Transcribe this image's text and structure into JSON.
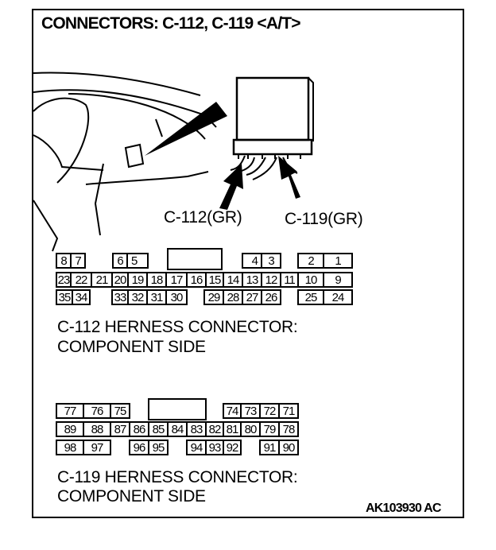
{
  "title": "CONNECTORS: C-112, C-119 <A/T>",
  "callouts": {
    "c112": "C-112(GR)",
    "c119": "C-119(GR)"
  },
  "connector_c112": {
    "caption_line1": "C-112 HERNESS CONNECTOR:",
    "caption_line2": "COMPONENT SIDE",
    "row1": [
      "8",
      "7",
      "6",
      "5",
      "4",
      "3",
      "2",
      "1"
    ],
    "row2": [
      "23",
      "22",
      "21",
      "20",
      "19",
      "18",
      "17",
      "16",
      "15",
      "14",
      "13",
      "12",
      "11",
      "10",
      "9"
    ],
    "row3": [
      "35",
      "34",
      "33",
      "32",
      "31",
      "30",
      "29",
      "28",
      "27",
      "26",
      "25",
      "24"
    ]
  },
  "connector_c119": {
    "caption_line1": "C-119 HERNESS CONNECTOR:",
    "caption_line2": "COMPONENT SIDE",
    "row1": [
      "77",
      "76",
      "75",
      "74",
      "73",
      "72",
      "71"
    ],
    "row2": [
      "89",
      "88",
      "87",
      "86",
      "85",
      "84",
      "83",
      "82",
      "81",
      "80",
      "79",
      "78"
    ],
    "row3": [
      "98",
      "97",
      "96",
      "95",
      "94",
      "93",
      "92",
      "91",
      "90"
    ]
  },
  "figure_code": "AK103930 AC"
}
